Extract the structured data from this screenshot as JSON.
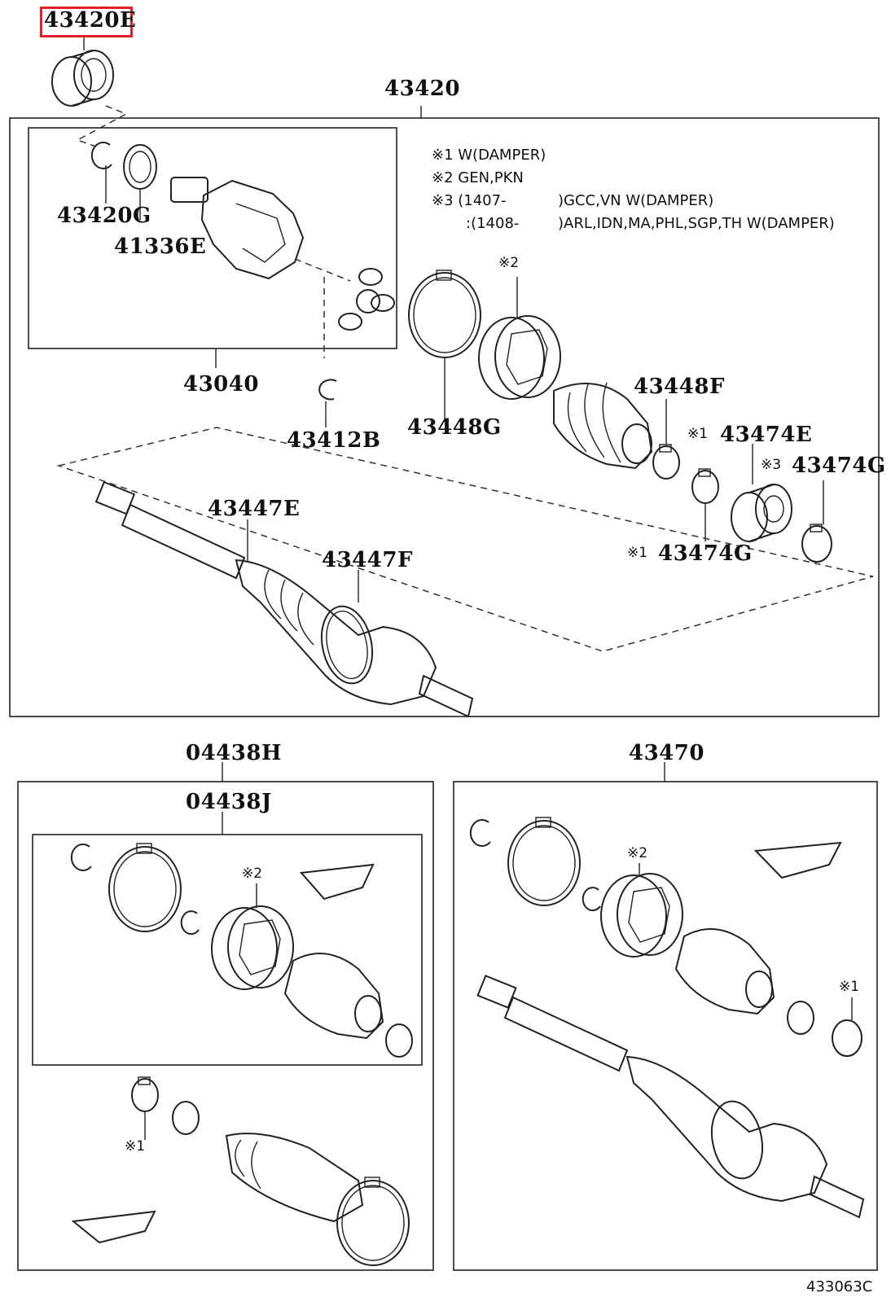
{
  "highlight_part": "43420E",
  "footer_code": "433063C",
  "notes": {
    "n1": "※1 W(DAMPER)",
    "n2": "※2 GEN,PKN",
    "n3a": "※3 (1407-",
    "n3b": ")GCC,VN W(DAMPER)",
    "n4a": ":(1408-",
    "n4b": ")ARL,IDN,MA,PHL,SGP,TH W(DAMPER)"
  },
  "labels": {
    "l43420": "43420",
    "l43420G": "43420G",
    "l41336E": "41336E",
    "l43040": "43040",
    "l43412B": "43412B",
    "l43448G": "43448G",
    "l43448F": "43448F",
    "l43474E": "43474E",
    "l43474G_a": "43474G",
    "l43474G_b": "43474G",
    "l43447E": "43447E",
    "l43447F": "43447F",
    "l04438H": "04438H",
    "l04438J": "04438J",
    "l43470": "43470"
  },
  "marks": {
    "m1": "※2",
    "m2": "※1",
    "m3": "※3",
    "m4": "※1",
    "m5": "※2",
    "m6": "※1",
    "m7": "※2",
    "m8": "※1"
  }
}
